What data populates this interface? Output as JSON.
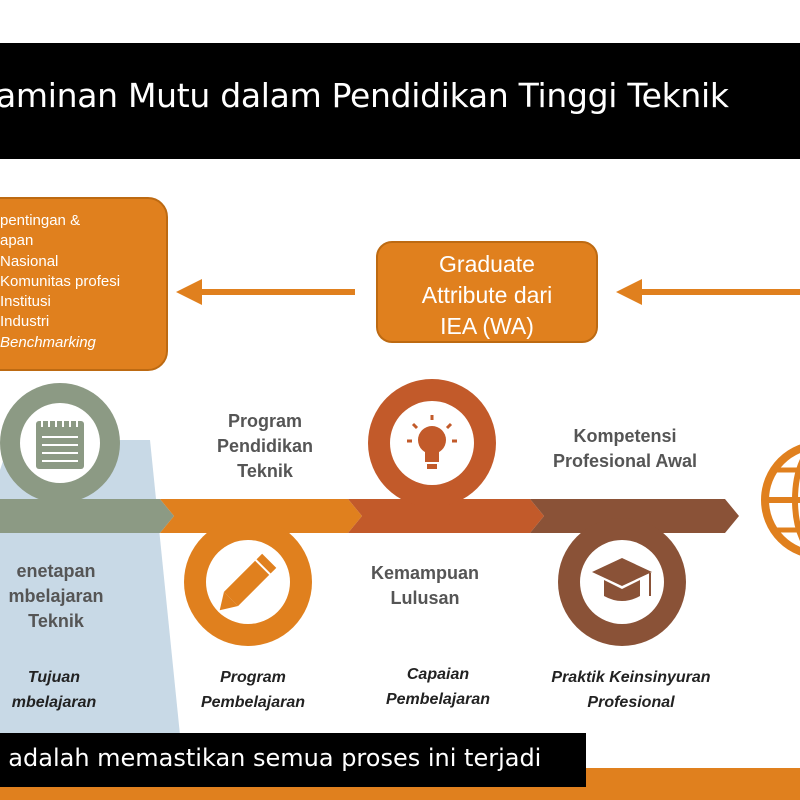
{
  "title": "aminan Mutu dalam Pendidikan Tinggi Teknik",
  "stakeholders": {
    "items": [
      "pentingan &",
      "apan",
      "Nasional",
      "Komunitas profesi",
      "Institusi",
      "Industri"
    ],
    "italic_item": "Benchmarking"
  },
  "wa_box": {
    "lines": [
      "Graduate",
      "Attribute dari",
      "IEA (WA)"
    ]
  },
  "stages": {
    "s1": {
      "label": [
        "enetapan",
        "mbelajaran",
        "Teknik"
      ],
      "output": [
        "Tujuan",
        "mbelajaran"
      ]
    },
    "s2": {
      "label": [
        "Program",
        "Pendidikan",
        "Teknik"
      ],
      "output": [
        "Program",
        "Pembelajaran"
      ]
    },
    "s3": {
      "label": [
        "Kemampuan",
        "Lulusan"
      ],
      "output": [
        "Capaian",
        "Pembelajaran"
      ]
    },
    "s4": {
      "label": [
        "Kompetensi",
        "Profesional Awal"
      ],
      "output": [
        "Praktik Keinsinyuran",
        "Profesional"
      ]
    }
  },
  "footer": "i adalah memastikan semua proses ini terjadi",
  "colors": {
    "orange": "#e0801e",
    "gray_green": "#8c9a84",
    "rust": "#c25a2a",
    "brown": "#8a5237",
    "light_blue": "#c8d9e6",
    "black": "#000000"
  },
  "icons": [
    "notepad-icon",
    "pencil-icon",
    "lightbulb-icon",
    "graduation-cap-icon",
    "globe-icon"
  ]
}
